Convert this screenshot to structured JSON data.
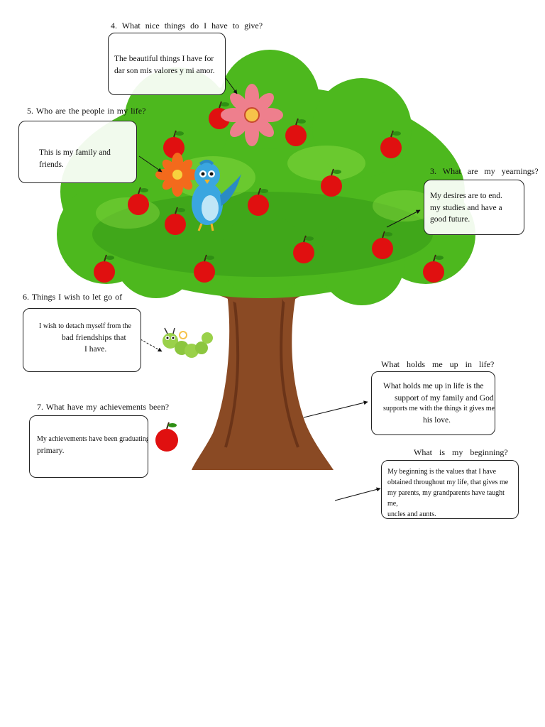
{
  "q4": {
    "title": "4. What nice things do I have to give?",
    "answer": [
      "The beautiful things I have for",
      "dar son mis valores y mi amor."
    ]
  },
  "q5": {
    "title": "5. Who are the people in my life?",
    "answer": [
      "This is my family and friends."
    ]
  },
  "q3": {
    "title": "3. What are my yearnings?",
    "answer": [
      "My desires are to end.",
      "my studies and have a",
      "good future."
    ]
  },
  "q6": {
    "title": "6. Things I wish to let go of",
    "answer": [
      "I wish to detach myself from the",
      "bad friendships that",
      "I have."
    ]
  },
  "q7": {
    "title": "7. What have my achievements been?",
    "answer": [
      "My achievements have been graduating from",
      "primary."
    ]
  },
  "q2": {
    "title": "What holds me up in life?",
    "answer": [
      "What holds me up in life is the",
      "support of my family and God he me",
      "supports me with the things it gives me and",
      "his love."
    ]
  },
  "q1": {
    "title": "What is my beginning?",
    "answer": [
      "My beginning is the values that I have",
      "obtained throughout my life, that gives me",
      "my parents, my grandparents have taught me,",
      "uncles and aunts."
    ]
  },
  "colors": {
    "foliage": "#4db81e",
    "foliage_dark": "#2f8f14",
    "trunk": "#8a4a24",
    "apple": "#e01010",
    "bird": "#3aa6e0"
  },
  "icons": [
    "apple-icon",
    "bird-icon",
    "flower-icon",
    "caterpillar-icon",
    "tree-icon"
  ]
}
